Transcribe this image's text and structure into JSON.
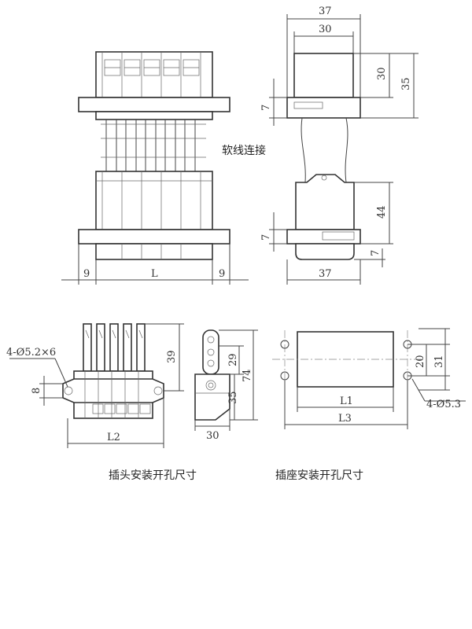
{
  "top_front": {
    "label_soft_wire": "软线连接",
    "dim_left": "9",
    "dim_mid": "L",
    "dim_right": "9"
  },
  "top_side": {
    "dim_top_outer": "37",
    "dim_top_inner": "30",
    "dim_plug_height": "30",
    "dim_plug_total": "35",
    "dim_flange_top": "7",
    "dim_socket_height": "44",
    "dim_flange_bottom": "7",
    "dim_socket_bottom": "7",
    "dim_bottom": "37"
  },
  "plug_cutout": {
    "label_holes": "4-Ø5.2×6",
    "dim_left": "8",
    "dim_height": "39",
    "dim_width": "L2",
    "caption": "插头安装开孔尺寸"
  },
  "plug_side": {
    "dim_29": "29",
    "dim_74": "74",
    "dim_35": "35",
    "dim_30": "30"
  },
  "socket_cutout": {
    "dim_20": "20",
    "dim_31": "31",
    "label_holes": "4-Ø5.3",
    "dim_l1": "L1",
    "dim_l3": "L3",
    "caption": "插座安装开孔尺寸"
  }
}
